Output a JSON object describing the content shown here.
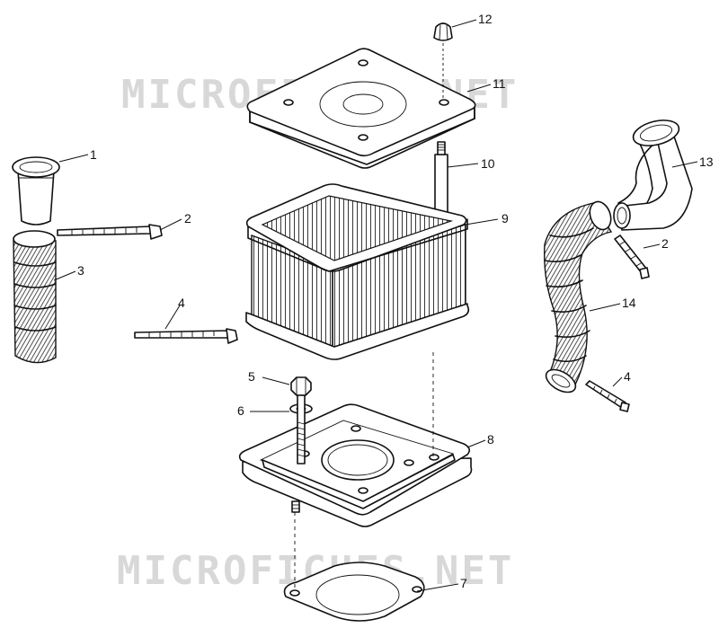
{
  "watermark": "MICROFICHES.NET",
  "callouts": [
    "1",
    "2",
    "3",
    "4",
    "5",
    "6",
    "7",
    "8",
    "9",
    "10",
    "11",
    "12",
    "13",
    "2",
    "14",
    "4"
  ]
}
